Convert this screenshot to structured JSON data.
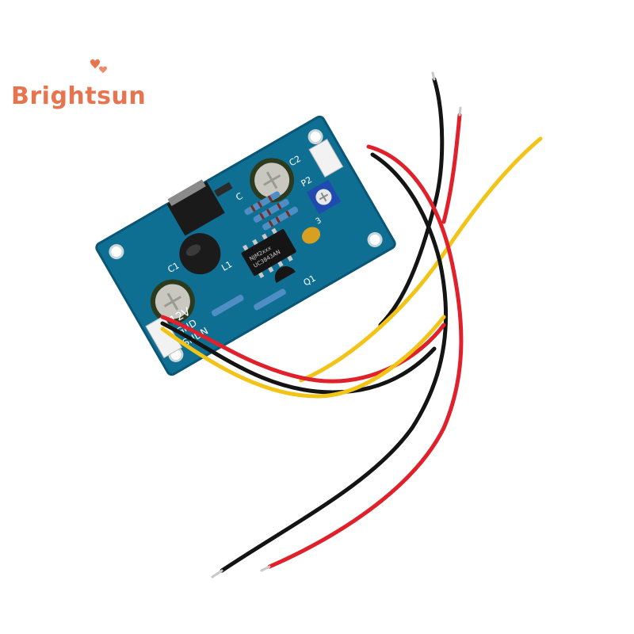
{
  "brand": {
    "name": "Brightsun",
    "color": "#e8744f"
  },
  "board": {
    "color": "#0f6f93",
    "labels": {
      "in_12v": "12V",
      "gnd": "GND",
      "shdn": "SHDN",
      "c1": "C1",
      "c2": "C2",
      "l1": "L1",
      "q1": "Q1",
      "p2": "P2",
      "plus": "+",
      "c": "C",
      "three": "3"
    },
    "chip_markings": [
      "NJM2xxx",
      "UC3843AN"
    ]
  },
  "wires": {
    "colors": {
      "red": "#e0202a",
      "black": "#141414",
      "yellow": "#f2c417"
    }
  }
}
